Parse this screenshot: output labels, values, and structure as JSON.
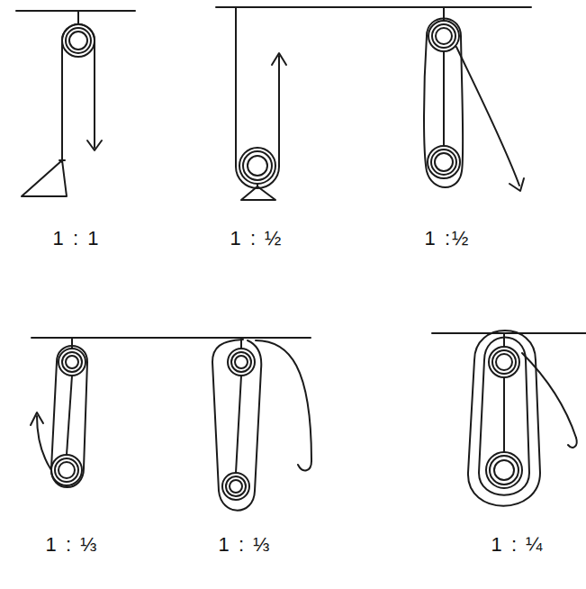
{
  "diagram": {
    "labels": [
      "1 : 1",
      "1 : ½",
      "1 :½",
      "1 : ⅓",
      "1 : ⅓",
      "1 : ¼"
    ]
  }
}
